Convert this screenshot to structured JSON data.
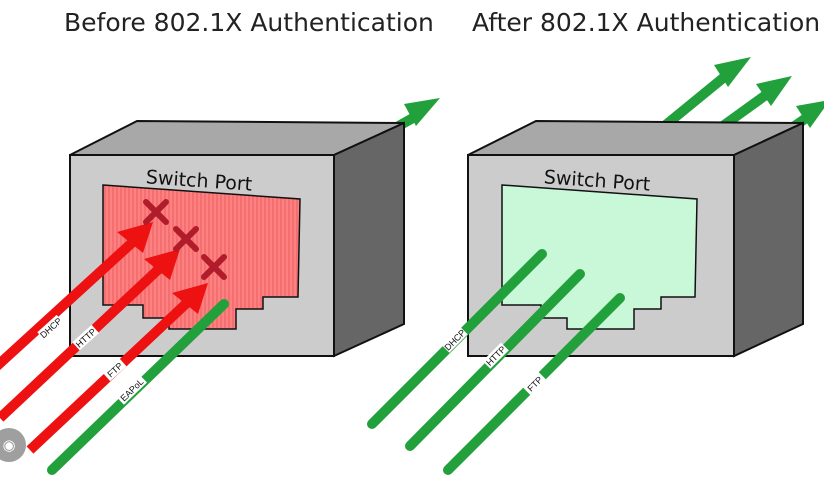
{
  "panels": [
    {
      "title": "Before 802.1X Authentication",
      "port_label": "Switch Port",
      "port_color": "#ff8080",
      "uplink_arrows": 1,
      "cables": [
        {
          "label": "DHCP",
          "color": "#ee1111",
          "blocked": true
        },
        {
          "label": "HTTP",
          "color": "#ee1111",
          "blocked": true
        },
        {
          "label": "FTP",
          "color": "#ee1111",
          "blocked": true
        },
        {
          "label": "EAPoL",
          "color": "#22a03c",
          "blocked": false
        }
      ]
    },
    {
      "title": "After 802.1X Authentication",
      "port_label": "Switch Port",
      "port_color": "#c8f8d8",
      "uplink_arrows": 3,
      "cables": [
        {
          "label": "DHCP",
          "color": "#22a03c",
          "blocked": false
        },
        {
          "label": "HTTP",
          "color": "#22a03c",
          "blocked": false
        },
        {
          "label": "FTP",
          "color": "#22a03c",
          "blocked": false
        }
      ]
    }
  ],
  "colors": {
    "box_front": "#cccccc",
    "box_top": "#a8a8a8",
    "box_side": "#666666",
    "outline": "#111111",
    "arrow_green": "#22a03c",
    "cross": "#b01c2a"
  },
  "icons": {
    "overlay_button": "camera-search-icon"
  }
}
